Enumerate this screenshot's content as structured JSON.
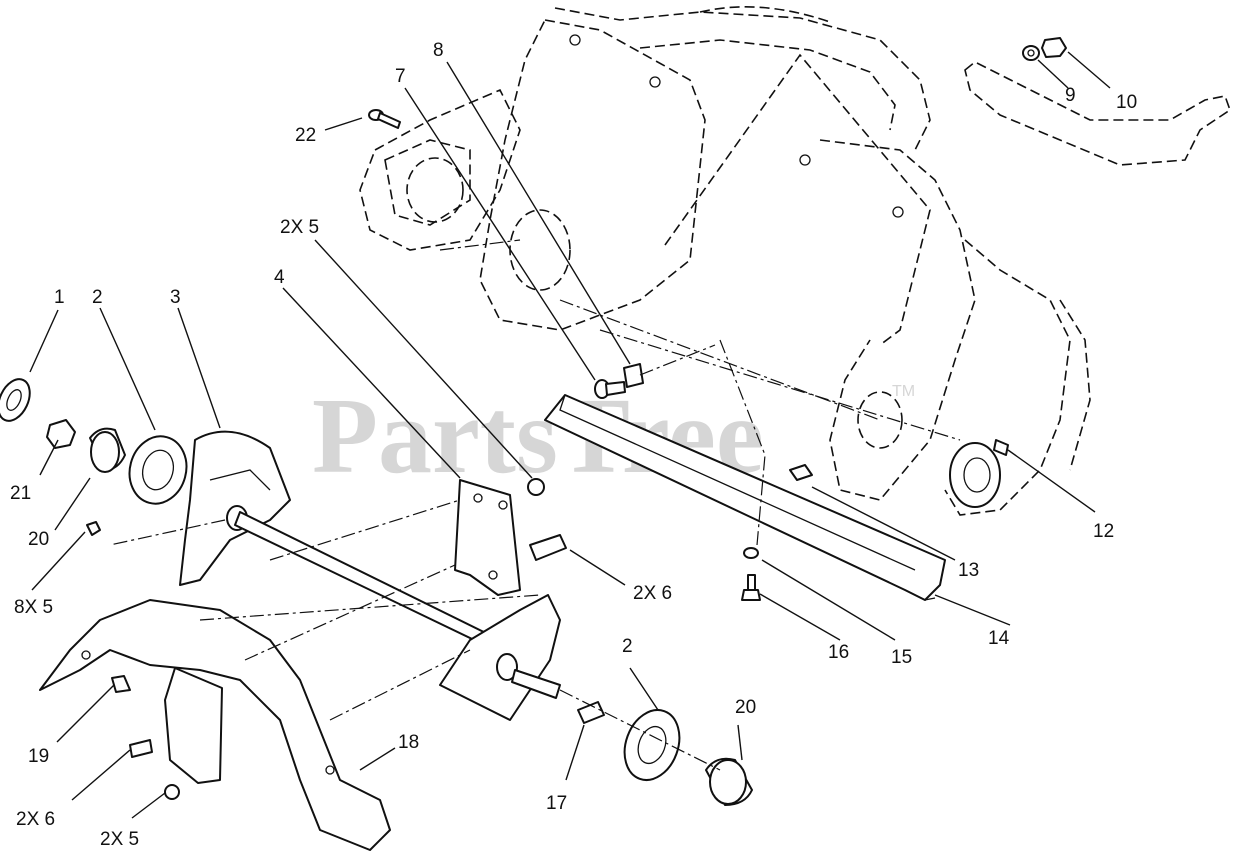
{
  "watermark": {
    "text": "PartsTree",
    "trademark": "TM"
  },
  "callouts": [
    {
      "id": "c1",
      "text": "1"
    },
    {
      "id": "c2",
      "text": "2"
    },
    {
      "id": "c3",
      "text": "3"
    },
    {
      "id": "c4",
      "text": "4"
    },
    {
      "id": "c5",
      "text": "2X 5"
    },
    {
      "id": "c7",
      "text": "7"
    },
    {
      "id": "c8",
      "text": "8"
    },
    {
      "id": "c9",
      "text": "9"
    },
    {
      "id": "c10",
      "text": "10"
    },
    {
      "id": "c12",
      "text": "12"
    },
    {
      "id": "c13",
      "text": "13"
    },
    {
      "id": "c14",
      "text": "14"
    },
    {
      "id": "c15",
      "text": "15"
    },
    {
      "id": "c16",
      "text": "16"
    },
    {
      "id": "c2b",
      "text": "2"
    },
    {
      "id": "c17",
      "text": "17"
    },
    {
      "id": "c18",
      "text": "18"
    },
    {
      "id": "c19",
      "text": "19"
    },
    {
      "id": "c20",
      "text": "20"
    },
    {
      "id": "c20b",
      "text": "20"
    },
    {
      "id": "c21",
      "text": "21"
    },
    {
      "id": "c22",
      "text": "22"
    },
    {
      "id": "c8x5",
      "text": "8X 5"
    },
    {
      "id": "c2x6",
      "text": "2X 6"
    },
    {
      "id": "c2x6b",
      "text": "2X 6"
    },
    {
      "id": "c2x5b",
      "text": "2X 5"
    }
  ]
}
